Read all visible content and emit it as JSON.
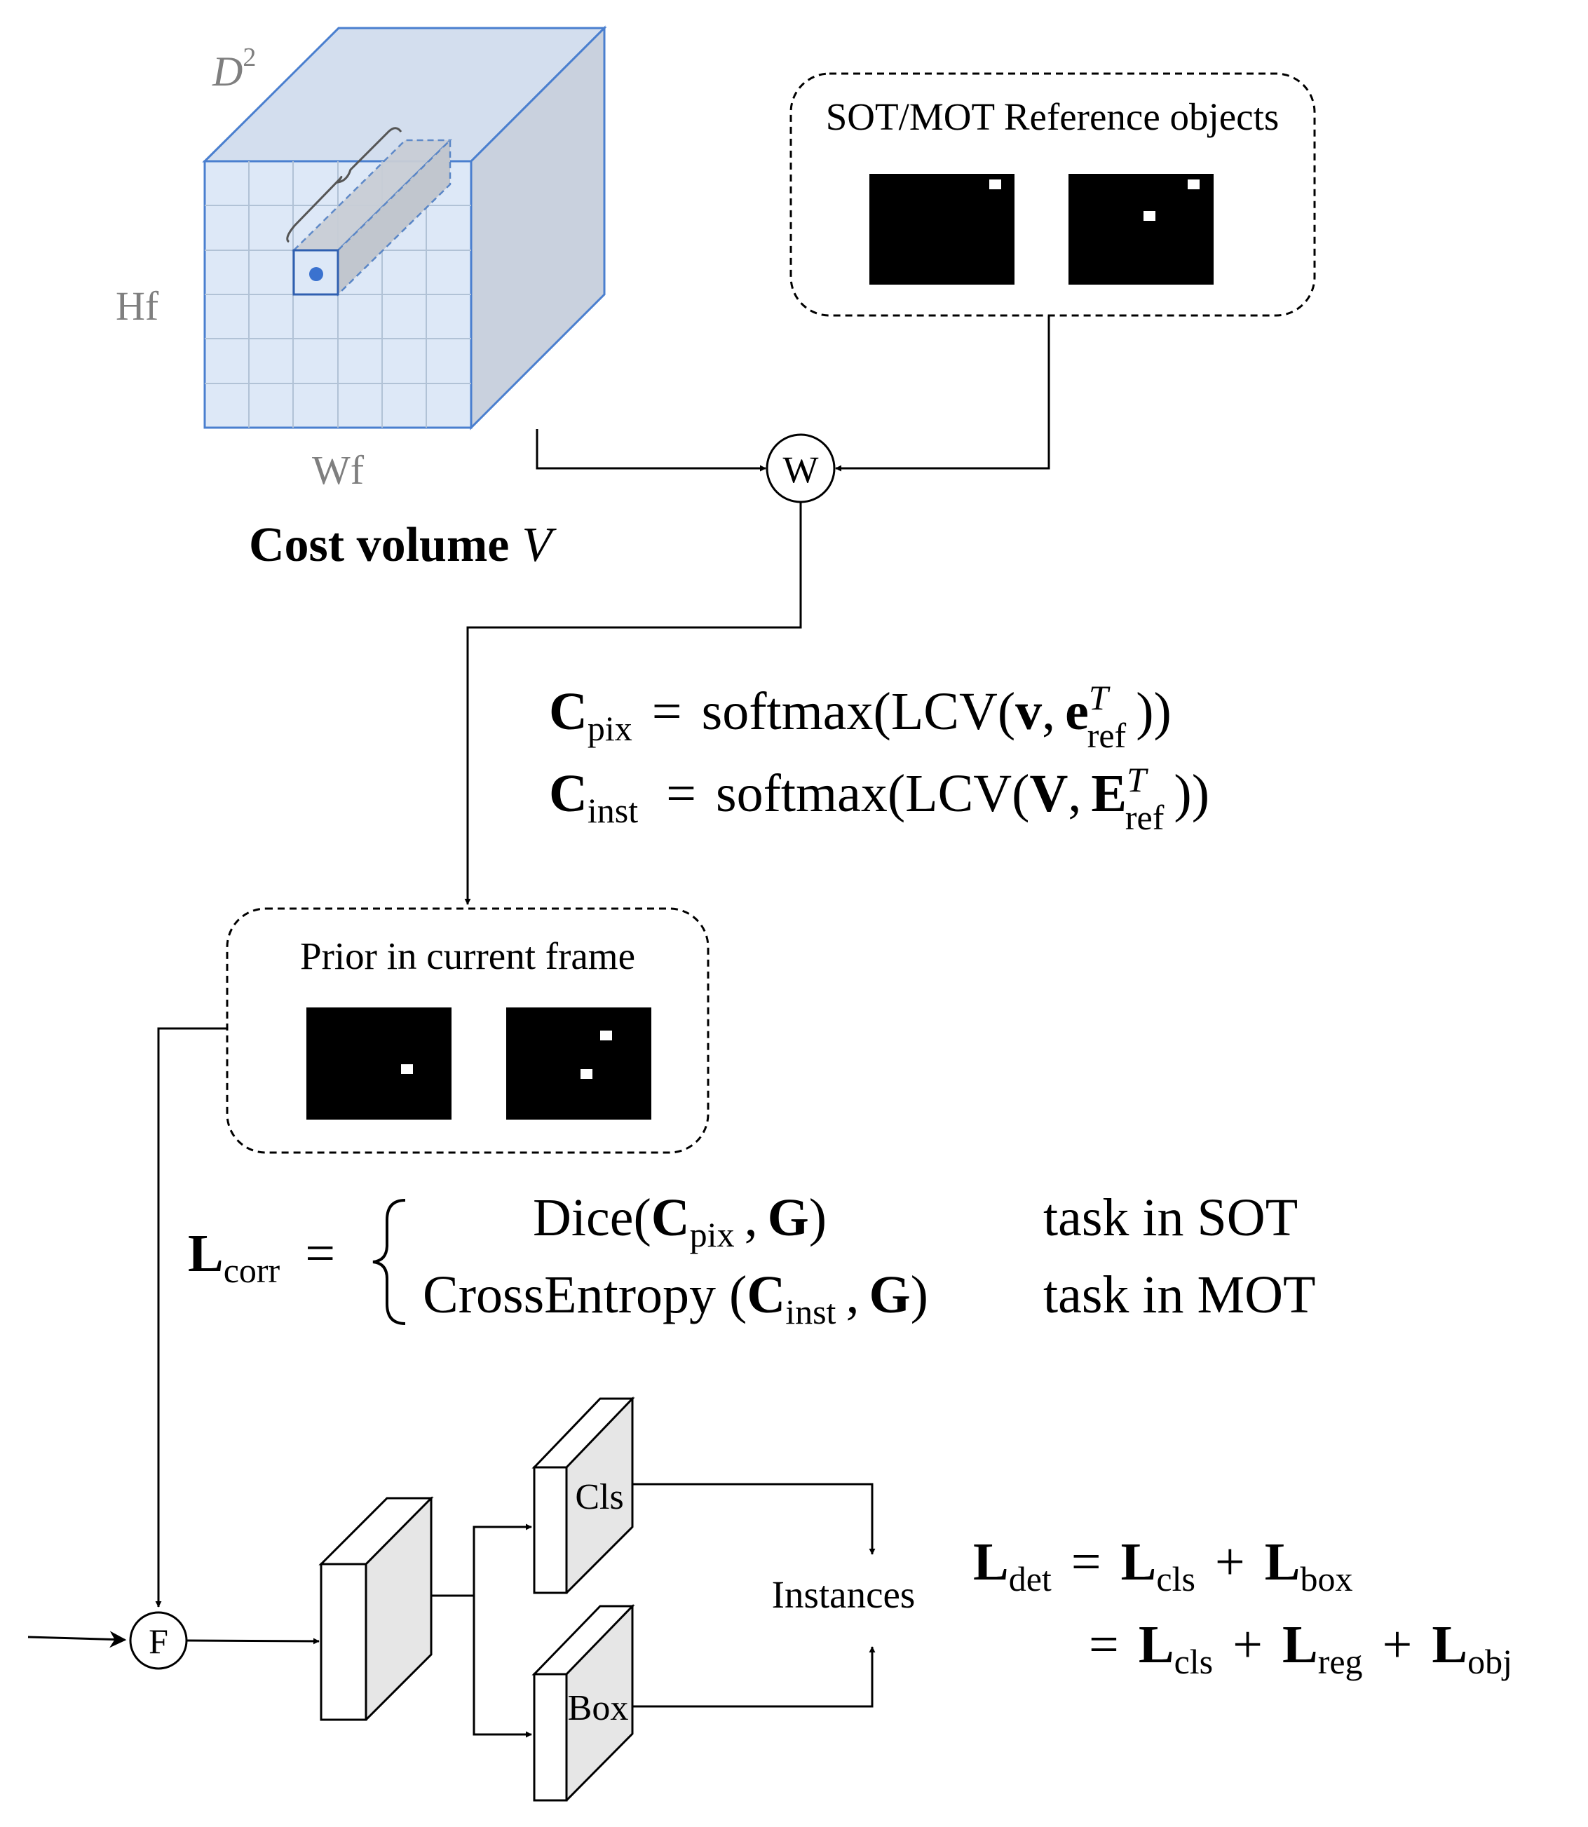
{
  "cost_volume": {
    "depth_label": "D",
    "depth_exp": "2",
    "height_label": "Hf",
    "width_label": "Wf",
    "caption_bold": "Cost volume",
    "caption_var": "V"
  },
  "reference_box": {
    "title": "SOT/MOT Reference objects"
  },
  "nodes": {
    "w": "W",
    "f": "F"
  },
  "equations": {
    "c_pix": {
      "sym": "C",
      "sub": "pix",
      "eq": "=",
      "func": "softmax(LCV(",
      "v": "v",
      "comma": ",",
      "e": "e",
      "e_sup": "T",
      "e_sub": "ref",
      "close": "))"
    },
    "c_inst": {
      "sym": "C",
      "sub": "inst",
      "eq": "=",
      "func": "softmax(LCV(",
      "v": "V",
      "comma": ",",
      "e": "E",
      "e_sup": "T",
      "e_sub": "ref",
      "close": "))"
    }
  },
  "prior_box": {
    "title": "Prior in current frame"
  },
  "loss_corr": {
    "sym": "L",
    "sub": "corr",
    "eq": "=",
    "case1": {
      "func": "Dice(",
      "c": "C",
      "c_sub": "pix",
      "sep": ",",
      "g": "G",
      "close": ")",
      "cond": "task in SOT"
    },
    "case2": {
      "func": "CrossEntropy (",
      "c": "C",
      "c_sub": "inst",
      "sep": ",",
      "g": "G",
      "close": ")",
      "cond": "task in MOT"
    }
  },
  "heads": {
    "cls": "Cls",
    "box": "Box",
    "instances": "Instances"
  },
  "loss_det": {
    "line1": {
      "l": "L",
      "sub": "det",
      "eq": "=",
      "t1": "L",
      "t1_sub": "cls",
      "plus": "+",
      "t2": "L",
      "t2_sub": "box"
    },
    "line2": {
      "eq": "=",
      "t1": "L",
      "t1_sub": "cls",
      "plus1": "+",
      "t2": "L",
      "t2_sub": "reg",
      "plus2": "+",
      "t3": "L",
      "t3_sub": "obj"
    }
  }
}
